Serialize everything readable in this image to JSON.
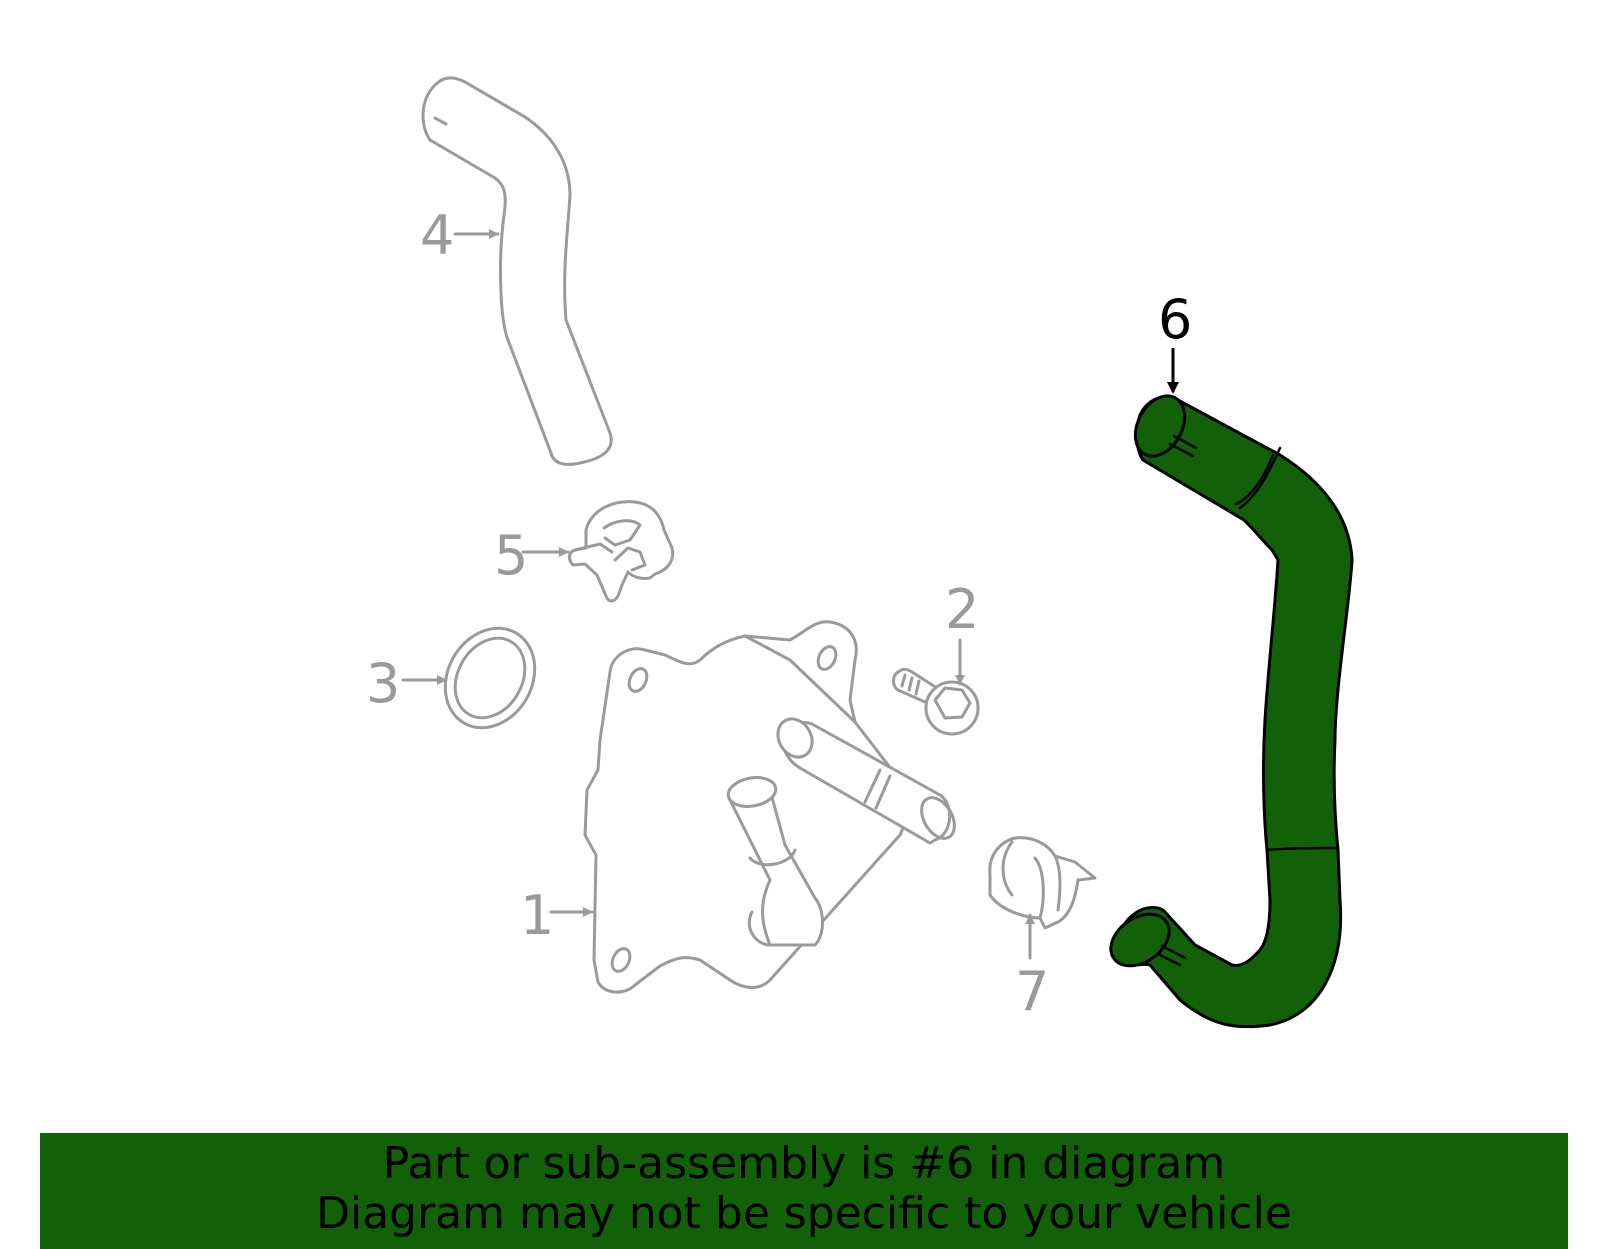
{
  "colors": {
    "highlight": "#126109",
    "muted_part": "#9a9a9a",
    "active_label": "#000000"
  },
  "diagram": {
    "highlighted_part": "6",
    "callouts": {
      "part1": "1",
      "part2": "2",
      "part3": "3",
      "part4": "4",
      "part5": "5",
      "part6": "6",
      "part7": "7"
    }
  },
  "banner": {
    "line1": "Part or sub-assembly is #6 in diagram",
    "line2": "Diagram may not be specific to your vehicle"
  }
}
